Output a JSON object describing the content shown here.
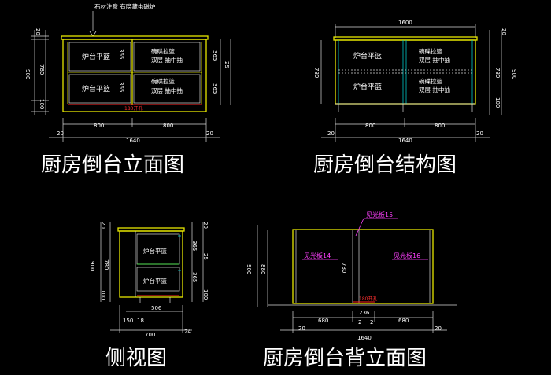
{
  "titles": {
    "front": "厨房倒台立面图",
    "structure": "厨房倒台结构图",
    "side": "侧视图",
    "back": "厨房倒台背立面图"
  },
  "front": {
    "note": "石材注意  有隐藏电磁炉",
    "top_left_label": "炉台平篮",
    "bottom_left_label": "炉台平篮",
    "top_right_label_1": "碗碟拉篮",
    "top_right_label_2": "双层  抽中抽",
    "bottom_right_label_1": "碗碟拉篮",
    "bottom_right_label_2": "双层  抽中抽",
    "red_label": "180开孔",
    "dims": {
      "top_20": "20",
      "height_900": "900",
      "mid_780": "780",
      "bottom_100": "100",
      "inner_365_a": "365",
      "inner_365_b": "365",
      "right_365_a": "365",
      "right_25": "25",
      "right_365_b": "365",
      "w800_a": "800",
      "w800_b": "800",
      "w20_a": "20",
      "w1640": "1640",
      "w20_b": "20"
    }
  },
  "structure": {
    "width_top": "1600",
    "top_left_label": "炉台平篮",
    "bottom_left_label": "炉台平篮",
    "top_right_label_1": "碗碟拉篮",
    "top_right_label_2": "双层  抽中抽",
    "bottom_right_label_1": "碗碟拉篮",
    "bottom_right_label_2": "双层  抽中抽",
    "dims": {
      "left_780": "780",
      "right_20": "20",
      "right_900": "900",
      "right_780": "780",
      "right_100": "100",
      "w800_a": "800",
      "w800_b": "800",
      "w20_a": "20",
      "w1640": "1640",
      "w20_b": "20"
    }
  },
  "side": {
    "top_label": "炉台平篮",
    "bottom_label": "炉台平篮",
    "dims": {
      "left_20": "20",
      "left_900": "900",
      "left_780": "780",
      "left_100": "100",
      "right_20": "20",
      "right_365_a": "365",
      "right_25": "25",
      "right_365_b": "365",
      "right_100": "100",
      "w506": "506",
      "w150": "150",
      "w18": "18",
      "w700": "700",
      "w24": "24"
    }
  },
  "back": {
    "label_top": "见光板15",
    "label_left": "见光板14",
    "label_right": "见光板16",
    "red_label": "180开孔",
    "dims": {
      "left_900": "900",
      "left_880": "880",
      "mid_780": "780",
      "w680_a": "680",
      "w236": "236",
      "w680_b": "680",
      "w2_a": "2",
      "w2_b": "2",
      "w20_a": "20",
      "w1640": "1640",
      "w20_b": "20"
    }
  }
}
